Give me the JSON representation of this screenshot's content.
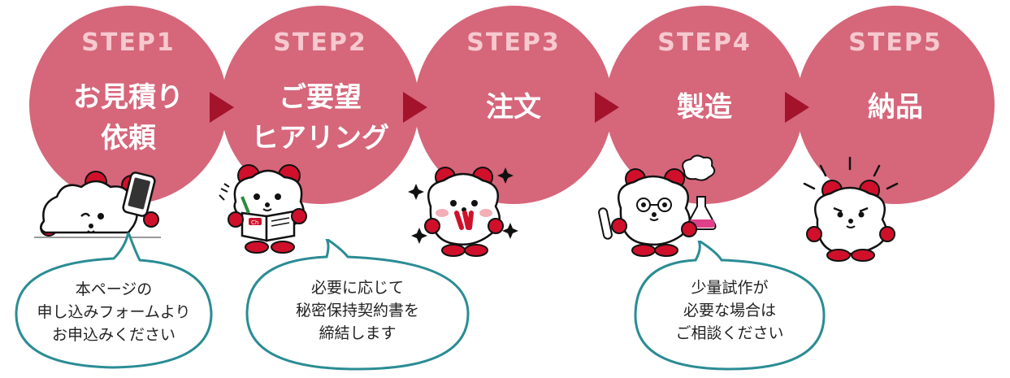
{
  "steps": [
    {
      "label": "STEP1",
      "title": [
        "お見積り",
        "依頼"
      ]
    },
    {
      "label": "STEP2",
      "title": [
        "ご要望",
        "ヒアリング"
      ]
    },
    {
      "label": "STEP3",
      "title": [
        "注文"
      ]
    },
    {
      "label": "STEP4",
      "title": [
        "製造"
      ]
    },
    {
      "label": "STEP5",
      "title": [
        "納品"
      ]
    }
  ],
  "bubbles": [
    {
      "lines": [
        "本ページの",
        "申し込みフォームより",
        "お申込みください"
      ]
    },
    {
      "lines": [
        "必要に応じて",
        "秘密保持契約書を",
        "締結します"
      ]
    },
    {
      "lines": [
        "少量試作が",
        "必要な場合は",
        "ご相談ください"
      ]
    }
  ],
  "mascot_badge_text": "Ch",
  "colors": {
    "circle": "#d6667a",
    "step_label": "#f6c9cf",
    "arrow": "#a3132c",
    "bubble_border": "#2a8c94",
    "mascot_red": "#d0102b"
  },
  "icons": [
    "smartphone-icon",
    "book-icon",
    "sparkle-icon",
    "flask-icon",
    "test-tube-icon",
    "smoke-puff-icon",
    "excitement-lines-icon"
  ]
}
